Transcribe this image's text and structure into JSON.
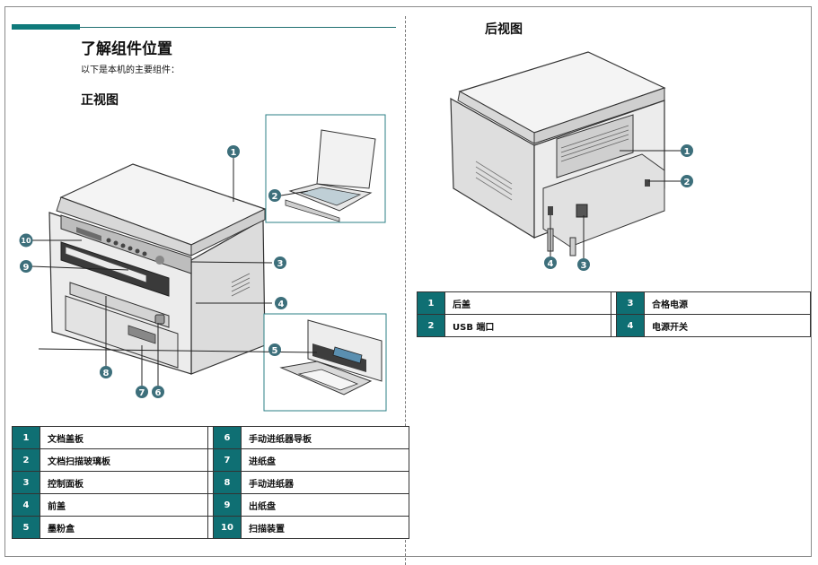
{
  "page": {
    "title": "了解组件位置",
    "subtitle": "以下是本机的主要组件：",
    "front_heading": "正视图",
    "rear_heading": "后视图"
  },
  "front_view": {
    "callouts": [
      "1",
      "2",
      "3",
      "4",
      "5",
      "6",
      "7",
      "8",
      "9",
      "10"
    ],
    "legend": [
      {
        "num": "1",
        "label": "文档盖板",
        "num2": "6",
        "label2": "手动进纸器导板"
      },
      {
        "num": "2",
        "label": "文档扫描玻璃板",
        "num2": "7",
        "label2": "进纸盘"
      },
      {
        "num": "3",
        "label": "控制面板",
        "num2": "8",
        "label2": "手动进纸器"
      },
      {
        "num": "4",
        "label": "前盖",
        "num2": "9",
        "label2": "出纸盘"
      },
      {
        "num": "5",
        "label": "墨粉盒",
        "num2": "10",
        "label2": "扫描装置"
      }
    ]
  },
  "rear_view": {
    "callouts": [
      "1",
      "2",
      "3",
      "4"
    ],
    "legend": [
      {
        "num": "1",
        "label": "后盖",
        "num2": "3",
        "label2": "合格电源"
      },
      {
        "num": "2",
        "label": "USB 端口",
        "num2": "4",
        "label2": "电源开关"
      }
    ]
  },
  "colors": {
    "accent": "#0f7a7b",
    "callout": "#3d6f7b",
    "table_number_bg": "#0f6f73"
  }
}
